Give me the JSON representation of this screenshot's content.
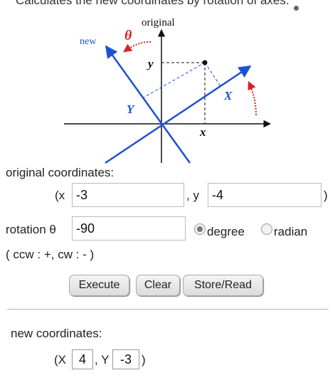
{
  "header": {
    "text": "Calculates the new coordinates by rotation of axes."
  },
  "diagram": {
    "label_original": "original",
    "label_new": "new",
    "label_theta": "θ",
    "label_y_point": "y",
    "label_X_axis": "X",
    "label_Y_axis": "Y",
    "label_x_point": "x",
    "colors": {
      "axis": "#111111",
      "new_axis": "#1e50d2",
      "arrow": "#e02020"
    }
  },
  "form": {
    "original_label": "original coordinates:",
    "x_prefix": "(x",
    "x_value": "-3",
    "separator": ", y",
    "y_value": "-4",
    "close_paren": ")",
    "rotation_label": "rotation θ",
    "rotation_value": "-90",
    "unit_degree": "degree",
    "unit_radian": "radian",
    "unit_selected": "degree",
    "direction_hint": "( ccw : +, cw : - )"
  },
  "buttons": {
    "execute": "Execute",
    "clear": "Clear",
    "store_read": "Store/Read"
  },
  "result": {
    "label": "new coordinates:",
    "X_prefix": "(X",
    "X_value": "4",
    "separator": ", Y",
    "Y_value": "-3",
    "close_paren": ")"
  }
}
